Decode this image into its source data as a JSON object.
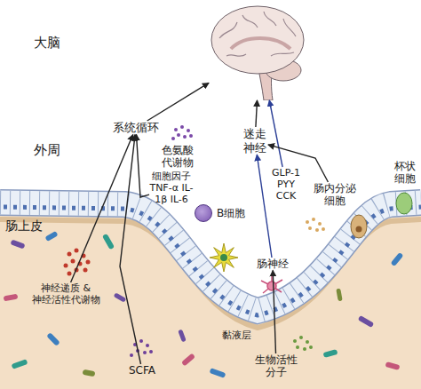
{
  "diagram": {
    "nodes": [
      {
        "text": [
          "大脑"
        ]
      },
      {
        "text": [
          "系统循环"
        ]
      },
      {
        "text": [
          "迷走神经"
        ]
      },
      {
        "text": [
          "色氨酸代谢物"
        ]
      },
      {
        "text": [
          "细胞因子 TNF-α IL-1β IL-6"
        ]
      },
      {
        "text": [
          "B细胞"
        ]
      },
      {
        "text": [
          "GLP-1 PYY CCK"
        ]
      },
      {
        "text": [
          "肠内分泌细胞"
        ]
      },
      {
        "text": [
          "杯状细胞"
        ]
      },
      {
        "text": [
          "神经递质 & 神经活性代谢物"
        ]
      },
      {
        "text": [
          "肠神经"
        ]
      },
      {
        "text": [
          "SCFA"
        ]
      },
      {
        "text": [
          "生物活性分子"
        ]
      }
    ],
    "edges": [
      {
        "from": 9,
        "to": 1,
        "arrow": "to"
      },
      {
        "from": 11,
        "to": 1,
        "arrow": "to"
      },
      {
        "from": 4,
        "to": 1,
        "arrow": "to"
      },
      {
        "from": 1,
        "to": 0,
        "arrow": "to"
      },
      {
        "from": 2,
        "to": 0,
        "arrow": "to"
      },
      {
        "from": 10,
        "to": 2,
        "arrow": "to"
      },
      {
        "from": 6,
        "to": 0,
        "arrow": "to"
      },
      {
        "from": 7,
        "to": 2,
        "arrow": "to"
      },
      {
        "from": 12,
        "to": 10,
        "arrow": "to"
      }
    ],
    "labels": [
      "外周",
      "肠上皮",
      "黏液层"
    ]
  }
}
